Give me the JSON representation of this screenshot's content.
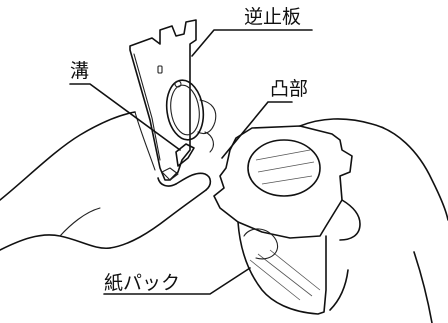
{
  "labels": {
    "check_plate": "逆止板",
    "groove": "溝",
    "convex_part": "凸部",
    "paper_pack": "紙パック"
  }
}
